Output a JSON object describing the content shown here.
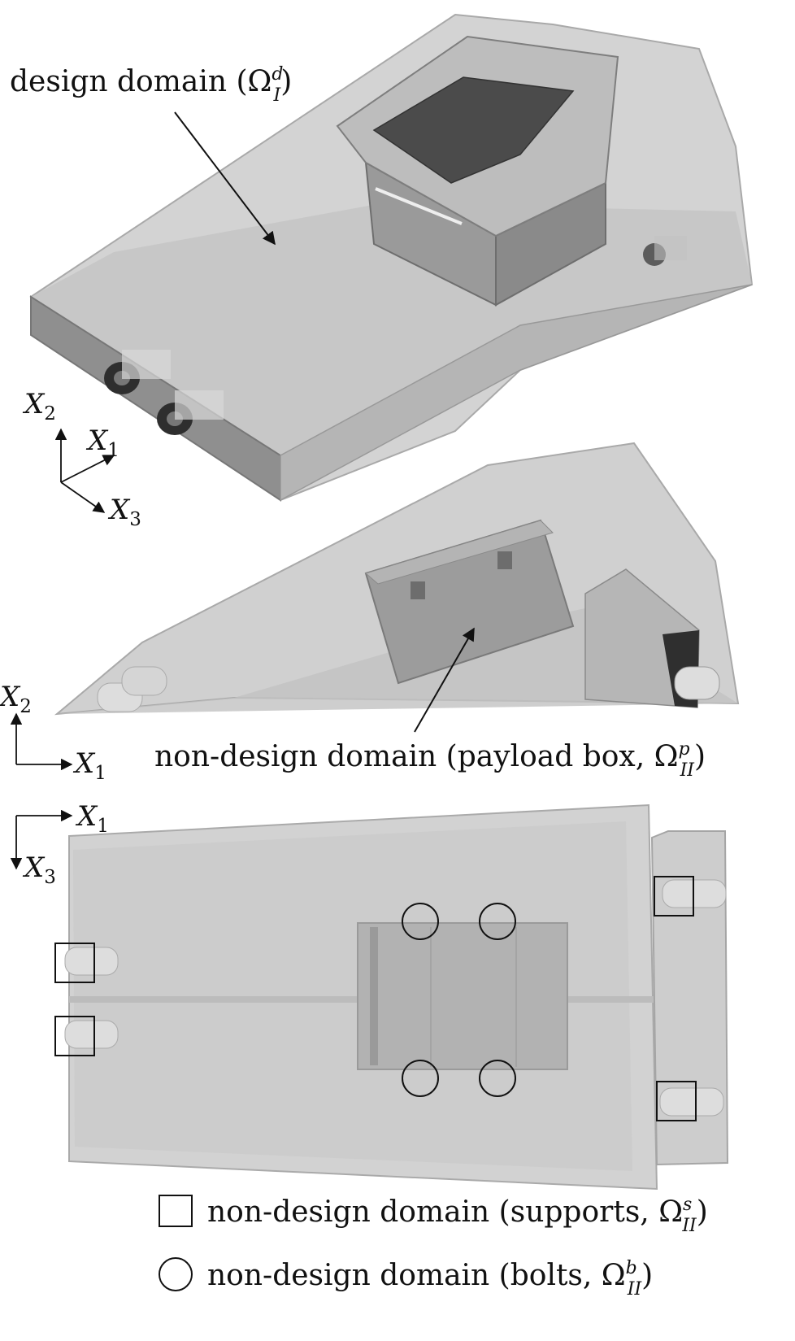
{
  "labels": {
    "design_domain": {
      "text": "design domain (",
      "symbol": "Ω",
      "sup": "d",
      "sub": "I",
      "close": ")"
    },
    "payload": {
      "text": "non-design domain (payload box, ",
      "symbol": "Ω",
      "sup": "p",
      "sub": "II",
      "close": ")"
    },
    "supports": {
      "text": "non-design domain (supports, ",
      "symbol": "Ω",
      "sup": "s",
      "sub": "II",
      "close": ")"
    },
    "bolts": {
      "text": "non-design domain (bolts, ",
      "symbol": "Ω",
      "sup": "b",
      "sub": "II",
      "close": ")"
    }
  },
  "axes": {
    "iso": {
      "up": "X",
      "up_sub": "2",
      "diag_up": "X",
      "diag_up_sub": "1",
      "diag_down": "X",
      "diag_down_sub": "3"
    },
    "side": {
      "up": "X",
      "up_sub": "2",
      "right": "X",
      "right_sub": "1"
    },
    "top": {
      "right": "X",
      "right_sub": "1",
      "down": "X",
      "down_sub": "3"
    }
  },
  "legend": [
    {
      "marker": "square",
      "label_ref": "supports"
    },
    {
      "marker": "circle",
      "label_ref": "bolts"
    }
  ],
  "colors": {
    "shell": "#c9c9c9",
    "shell_edge": "#a7a7a7",
    "box": "#9e9e9e",
    "box_dark": "#4a4a4a",
    "ink": "#111111"
  }
}
